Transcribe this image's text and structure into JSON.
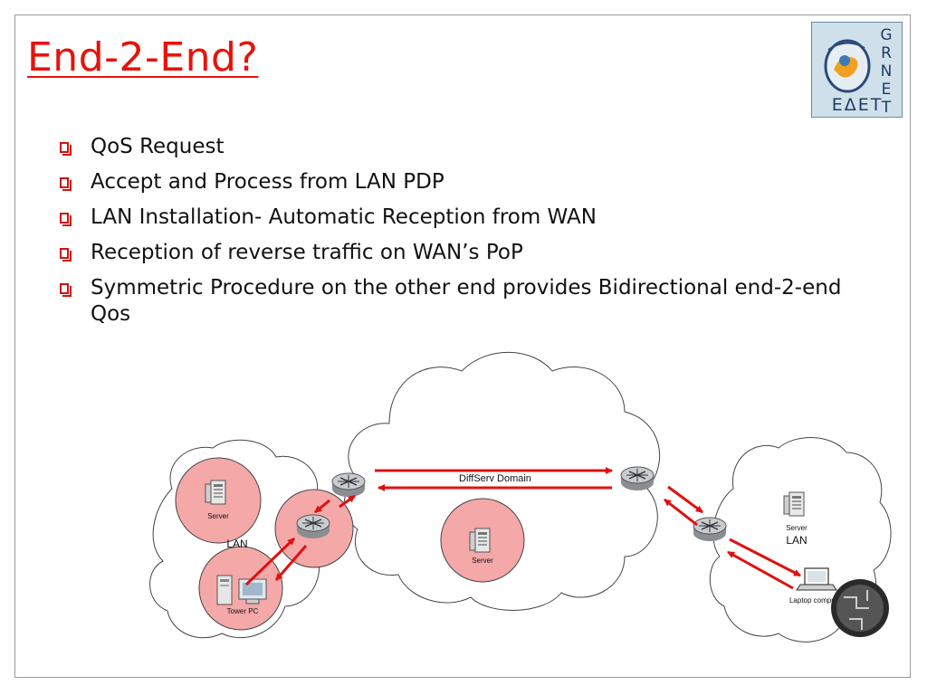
{
  "slide": {
    "title": "End-2-End?"
  },
  "logo": {
    "letters": [
      "G",
      "R",
      "N",
      "E",
      "T"
    ],
    "bottom_text": "ΕΔΕΤ"
  },
  "bullets": [
    "QoS Request",
    "Accept and Process from LAN PDP",
    "LAN Installation- Automatic Reception from WAN",
    "Reception of reverse traffic on  WAN’s PoP",
    "Symmetric Procedure on the other end provides Bidirectional end-2-end Qos"
  ],
  "diagram": {
    "domain_label": "DiffServ Domain",
    "left_lan_label": "LAN",
    "right_lan_label": "LAN",
    "left_server_label": "Server",
    "center_server_label": "Server",
    "right_server_label": "Server",
    "tower_pc_label": "Tower PC",
    "laptop_label": "Laptop computer",
    "colors": {
      "arrow": "#e01010",
      "node_fill": "#f4a8a8",
      "router": "#b8bcc0",
      "cloud_stroke": "#444444"
    }
  }
}
